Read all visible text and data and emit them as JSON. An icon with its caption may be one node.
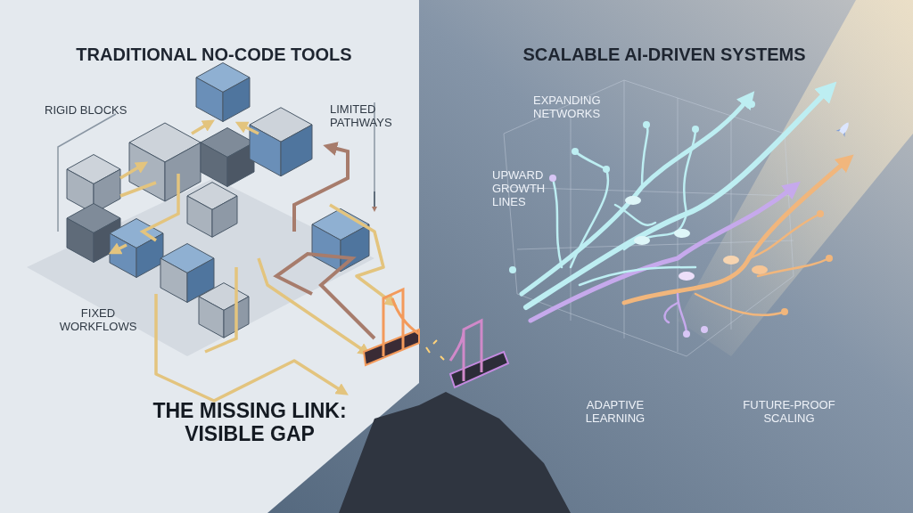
{
  "diagram": {
    "labels": [
      "TRADITIONAL NO-CODE TOOLS",
      "SCALABLE AI-DRIVEN SYSTEMS",
      "RIGID BLOCKS",
      "LIMITED PATHWAYS",
      "EXPANDING NETWORKS",
      "UPWARD GROWTH LINES",
      "FIXED WORKFLOWS",
      "THE MISSING LINK: VISIBLE GAP",
      "ADAPTIVE LEARNING",
      "FUTURE-PROOF SCALING"
    ]
  }
}
